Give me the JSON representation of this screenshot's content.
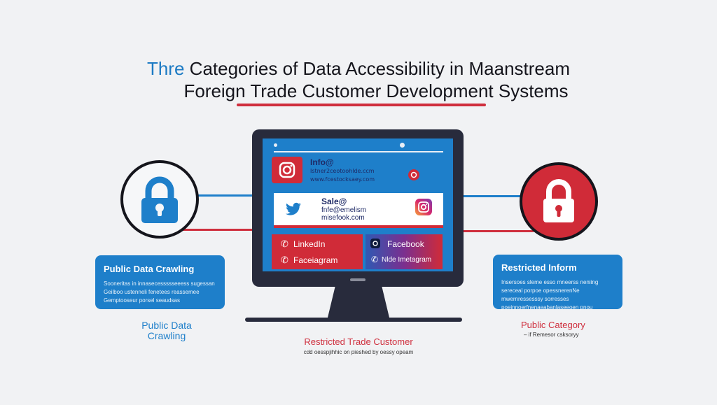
{
  "title": {
    "first_word": "Thre",
    "rest_line1": " Categories of Data Accessibility in Maanstream",
    "line2": "Foreign Trade Customer Development Systems"
  },
  "left_card": {
    "heading": "Public Data Crawling",
    "body": "Sooneritas in innasecessssseeess sugessan Geilboo ustenneli fenetees reassemee Gemptooseur porsel seaudsas"
  },
  "right_card": {
    "heading": "Restricted Inform",
    "body": "Insersoes sleme esso mneerss neniing sereceal porpoe opessnerenNe mwernressesssy sorresses poeinnoerfnenaeabanlaseeoen pnou"
  },
  "left_label": "Public Data\nCrawling",
  "right_label": {
    "title": "Public Category",
    "sub": "– if Remesor csksoryy"
  },
  "bottom_label": {
    "title": "Restricted Trade Customer",
    "sub": "cdd oesspjihhic on pieshed by oessy opeam"
  },
  "screen": {
    "row1_line1": "Info@",
    "row1_line2": "Istner2ceotoohlde.ccm",
    "row1_line3": "www.fcestocksaey.com",
    "row2_line1": "Sale@",
    "row2_line2": "fnfe@emelism",
    "row2_line3": "misefook.com",
    "row3_left": "LinkedIn",
    "row3_right": "Facebook",
    "row4_left": "Faceiagram",
    "row4_right": "Nlde Imetagram"
  },
  "colors": {
    "blue": "#1e7fca",
    "red": "#cf2e3d",
    "dark": "#282b3c"
  }
}
